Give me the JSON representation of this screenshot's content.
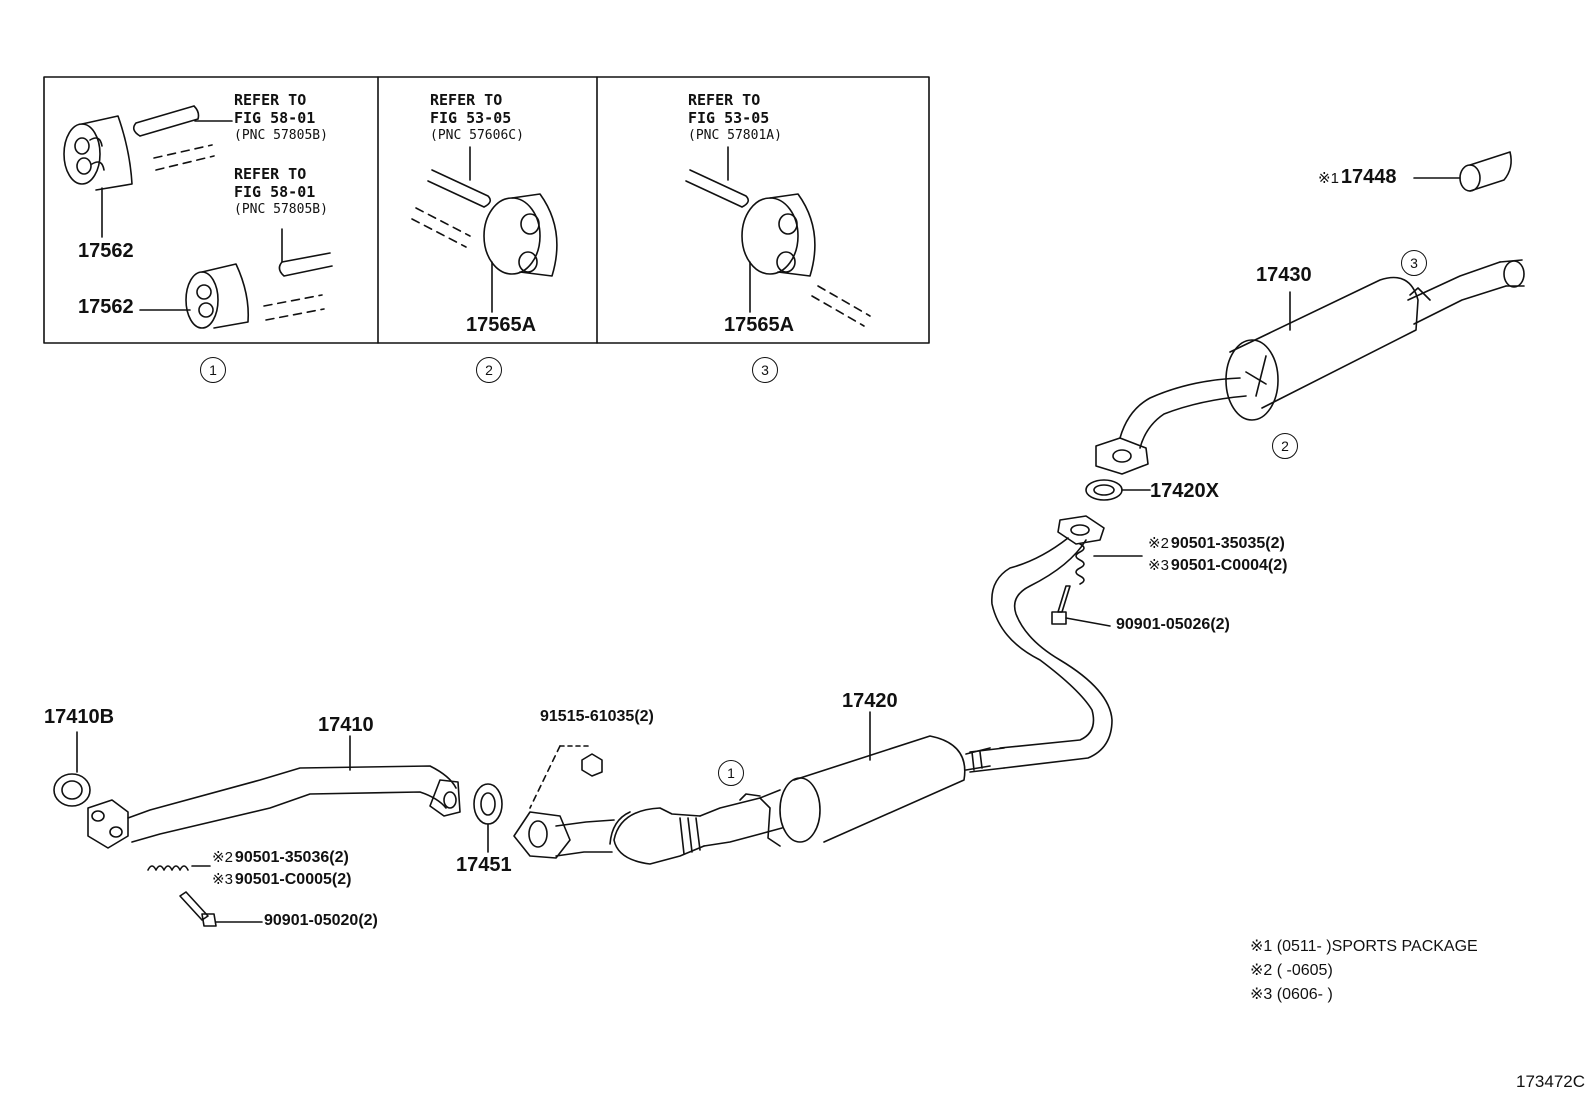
{
  "inset_panels": [
    {
      "refs": [
        {
          "line1": "REFER TO",
          "line2": "FIG 58-01",
          "pnc": "(PNC 57805B)"
        },
        {
          "line1": "REFER TO",
          "line2": "FIG 58-01",
          "pnc": "(PNC 57805B)"
        }
      ],
      "parts": [
        "17562",
        "17562"
      ],
      "marker": "1"
    },
    {
      "refs": [
        {
          "line1": "REFER TO",
          "line2": "FIG 53-05",
          "pnc": "(PNC 57606C)"
        }
      ],
      "parts": [
        "17565A"
      ],
      "marker": "2"
    },
    {
      "refs": [
        {
          "line1": "REFER TO",
          "line2": "FIG 53-05",
          "pnc": "(PNC 57801A)"
        }
      ],
      "parts": [
        "17565A"
      ],
      "marker": "3"
    }
  ],
  "parts": {
    "p17448": "17448",
    "p17430": "17430",
    "p17420X": "17420X",
    "p17420": "17420",
    "p17410B": "17410B",
    "p17410": "17410",
    "p17451": "17451"
  },
  "fasteners": {
    "spring_upper_a": "90501-35035(2)",
    "spring_upper_b": "90501-C0004(2)",
    "bolt_upper": "90901-05026(2)",
    "nut_mid": "91515-61035(2)",
    "spring_lower_a": "90501-35036(2)",
    "spring_lower_b": "90501-C0005(2)",
    "bolt_lower": "90901-05020(2)"
  },
  "marks": {
    "m1": "※1",
    "m2": "※2",
    "m3": "※3"
  },
  "callouts": {
    "muffler_top": "3",
    "muffler_side": "2",
    "center": "1"
  },
  "footnotes": [
    "※1 (0511-      )SPORTS PACKAGE",
    "※2 (      -0605)",
    "※3 (0606-      )"
  ],
  "diagram_code": "173472C"
}
